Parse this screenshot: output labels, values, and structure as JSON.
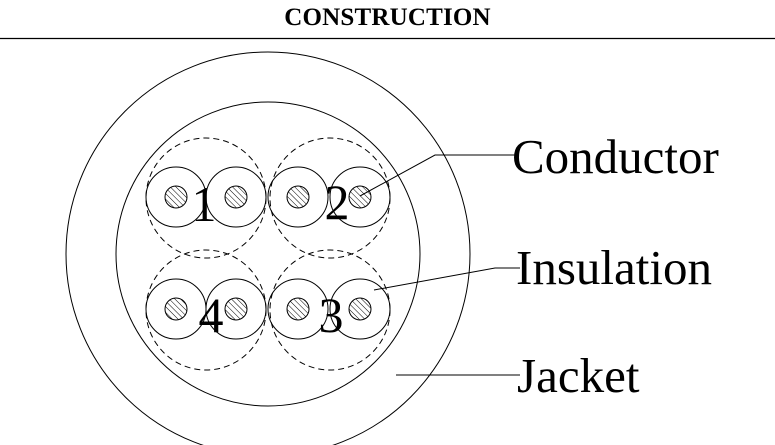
{
  "title": "CONSTRUCTION",
  "pair_numbers": [
    "1",
    "2",
    "3",
    "4"
  ],
  "labels": {
    "conductor": "Conductor",
    "insulation": "Insulation",
    "jacket": "Jacket"
  }
}
